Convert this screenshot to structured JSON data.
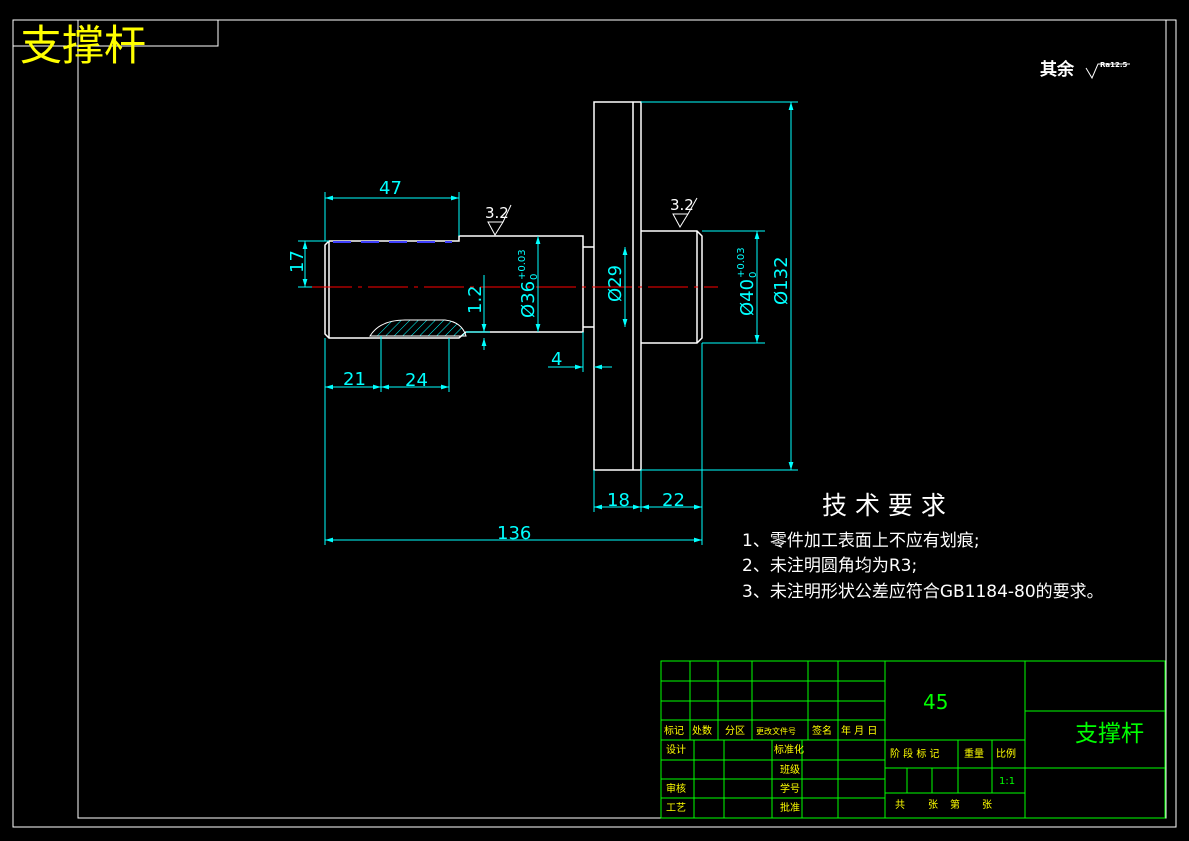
{
  "drawing_title": "支撑杆",
  "surface_note": {
    "label": "其余",
    "roughness": "Ra12.5"
  },
  "roughness_marks": [
    "3.2",
    "3.2"
  ],
  "dimensions": {
    "d47": "47",
    "d17": "17",
    "d12": "1.2",
    "d36": "Ø36",
    "d36_tol_upper": "+0.03",
    "d36_tol_lower": "0",
    "d29": "Ø29",
    "d40": "Ø40",
    "d40_tol_upper": "+0.03",
    "d40_tol_lower": "0",
    "d132": "Ø132",
    "d4": "4",
    "d21": "21",
    "d24": "24",
    "d18": "18",
    "d22": "22",
    "d136": "136"
  },
  "tech_req": {
    "title": "技 术 要 求",
    "items": [
      "1、零件加工表面上不应有划痕;",
      "2、未注明圆角均为R3;",
      "3、未注明形状公差应符合GB1184-80的要求。"
    ]
  },
  "title_block": {
    "material": "45",
    "part_name": "支撑杆",
    "hdr_mark": "标记",
    "hdr_count": "处数",
    "hdr_zone": "分区",
    "hdr_docno": "更改文件号",
    "hdr_sign": "签名",
    "hdr_date": "年 月 日",
    "design": "设计",
    "standard": "标准化",
    "class": "班级",
    "review": "审核",
    "student_no": "学号",
    "process": "工艺",
    "approve": "批准",
    "stage_mark": "阶 段 标 记",
    "weight": "重量",
    "scale": "比例",
    "scale_value": "1:1",
    "sheets_total": "共",
    "sheets_label": "张",
    "sheet_no": "第",
    "sheet_label": "张"
  },
  "colors": {
    "frame": "#ffffff",
    "outline": "#ffffff",
    "dimension": "#00ffff",
    "centerline": "#ff0000",
    "hidden": "#4040ff",
    "title": "#ffff00",
    "text": "#ffffff",
    "block_line": "#00ff00",
    "block_text": "#00ff00",
    "block_label": "#ffff00"
  }
}
